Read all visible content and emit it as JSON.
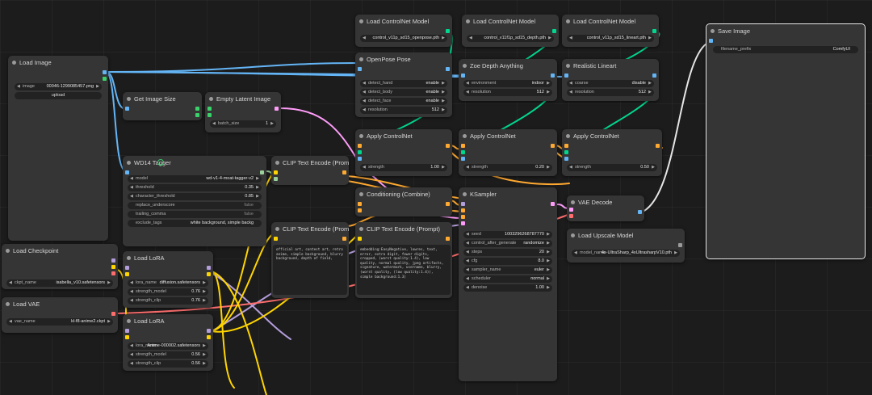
{
  "colors": {
    "bg": "#1c1c1c",
    "node": "#353535",
    "widget": "#222222",
    "image": "#64b5f6",
    "latent": "#ff9cf9",
    "conditioning": "#ffa931",
    "model": "#b39ddb",
    "clip": "#ffd500",
    "vae": "#ff6e6e",
    "control_net": "#00d78d",
    "int": "#3ad16a"
  },
  "nodes": {
    "load_image": {
      "title": "Load Image",
      "image_label": "image",
      "image_value": "00046-1299085457.png",
      "upload_label": "upload"
    },
    "get_image_size": {
      "title": "Get Image Size"
    },
    "empty_latent": {
      "title": "Empty Latent Image",
      "batch_label": "batch_size",
      "batch_value": "1"
    },
    "wd14": {
      "title": "WD14 Tagger",
      "model_label": "model",
      "model_value": "wd-v1-4-moat-tagger-v2",
      "threshold_label": "threshold",
      "threshold_value": "0.35",
      "char_label": "character_threshold",
      "char_value": "0.85",
      "replace_label": "replace_underscore",
      "replace_value": "false",
      "trailing_label": "trailing_comma",
      "trailing_value": "false",
      "exclude_label": "exclude_tags",
      "exclude_value": "white background, simple backg"
    },
    "clip_text_1": {
      "title": "CLIP Text Encode (Prompt)"
    },
    "clip_text_2": {
      "title": "CLIP Text Encode (Prompt)",
      "text": "official art, contest art, retro anime, simple background, blurry background, depth of field,"
    },
    "clip_text_3": {
      "title": "CLIP Text Encode (Prompt)",
      "text": "embedding:EasyNegative, lowres, text, error, extra digit, fewer digits, cropped, (worst quality:1.4), low quality, normal quality, jpeg artifacts, signature, watermark, username, blurry, (worst quality, (low quality:1.4)), simple background:1.3)"
    },
    "load_checkpoint": {
      "title": "Load Checkpoint",
      "ckpt_label": "ckpt_name",
      "ckpt_value": "isabella_v10.safetensors"
    },
    "load_vae": {
      "title": "Load VAE",
      "vae_label": "vae_name",
      "vae_value": "kl-f8-anime2.ckpt"
    },
    "load_lora_1": {
      "title": "Load LoRA",
      "lora_label": "lora_name",
      "lora_value": "diffusion.safetensors",
      "sm_label": "strength_model",
      "sm_value": "0.76",
      "sc_label": "strength_clip",
      "sc_value": "0.76"
    },
    "load_lora_2": {
      "title": "Load LoRA",
      "lora_label": "lora_name",
      "lora_value": "Anime-000002.safetensors",
      "sm_label": "strength_model",
      "sm_value": "0.56",
      "sc_label": "strength_clip",
      "sc_value": "0.56"
    },
    "cn_model_1": {
      "title": "Load ControlNet Model",
      "value": "control_v11p_sd15_openpose.pth"
    },
    "cn_model_2": {
      "title": "Load ControlNet Model",
      "value": "control_v11f1p_sd15_depth.pth"
    },
    "cn_model_3": {
      "title": "Load ControlNet Model",
      "value": "control_v11p_sd15_lineart.pth"
    },
    "openpose": {
      "title": "OpenPose Pose",
      "hand_label": "detect_hand",
      "hand_value": "enable",
      "body_label": "detect_body",
      "body_value": "enable",
      "face_label": "detect_face",
      "face_value": "enable",
      "res_label": "resolution",
      "res_value": "512"
    },
    "zoe": {
      "title": "Zoe Depth Anything",
      "env_label": "environment",
      "env_value": "indoor",
      "res_label": "resolution",
      "res_value": "512"
    },
    "lineart": {
      "title": "Realistic Lineart",
      "coarse_label": "coarse",
      "coarse_value": "disable",
      "res_label": "resolution",
      "res_value": "512"
    },
    "apply_cn_1": {
      "title": "Apply ControlNet",
      "strength_label": "strength",
      "strength_value": "1.00"
    },
    "apply_cn_2": {
      "title": "Apply ControlNet",
      "strength_label": "strength",
      "strength_value": "0.20"
    },
    "apply_cn_3": {
      "title": "Apply ControlNet",
      "strength_label": "strength",
      "strength_value": "0.50"
    },
    "cond_combine": {
      "title": "Conditioning (Combine)"
    },
    "ksampler": {
      "title": "KSampler",
      "seed_label": "seed",
      "seed_value": "1003296268787770",
      "cag_label": "control_after_generate",
      "cag_value": "randomize",
      "steps_label": "steps",
      "steps_value": "20",
      "cfg_label": "cfg",
      "cfg_value": "8.0",
      "sampler_label": "sampler_name",
      "sampler_value": "euler",
      "scheduler_label": "scheduler",
      "scheduler_value": "normal",
      "denoise_label": "denoise",
      "denoise_value": "1.00"
    },
    "vae_decode": {
      "title": "VAE Decode"
    },
    "load_upscale": {
      "title": "Load Upscale Model",
      "model_label": "model_name",
      "model_value": "4x-UltraSharp_4xUltrasharpV10.pth"
    },
    "save_image": {
      "title": "Save Image",
      "prefix_label": "filename_prefix",
      "prefix_value": "ComfyUI"
    }
  }
}
